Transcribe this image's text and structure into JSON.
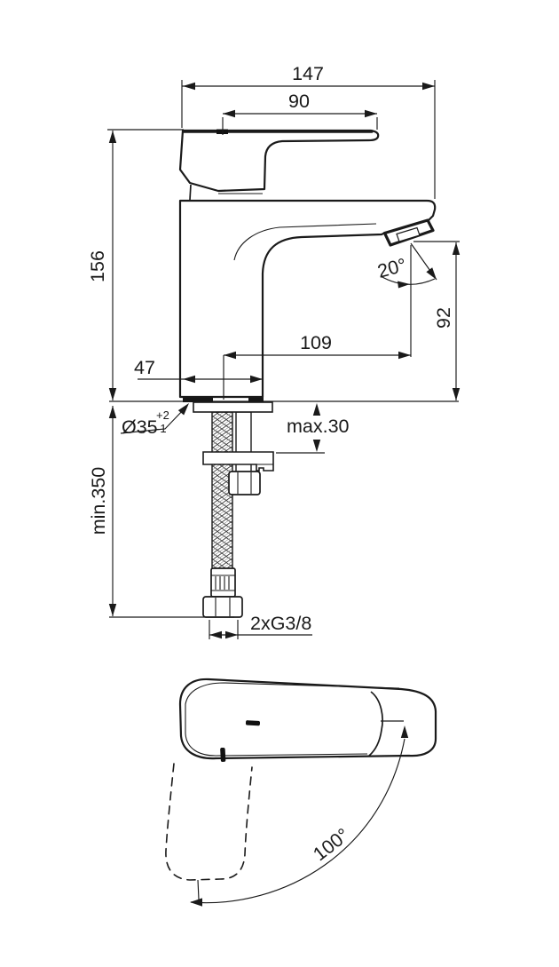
{
  "drawing": {
    "subject": "Single-lever basin mixer dimensional drawing",
    "background": "#ffffff",
    "line_color": "#1a1a1a"
  },
  "side_view": {
    "overall_length_mm": "147",
    "handle_length_mm": "90",
    "total_height_mm": "156",
    "body_width_mm": "47",
    "spout_reach_mm": "109",
    "outlet_height_mm": "92",
    "outlet_angle": "20°",
    "mounting_hole": {
      "diameter": "Ø35",
      "tolerance_plus": "+2",
      "tolerance_minus": "-1"
    },
    "max_deck_thickness": "max.30",
    "min_clearance_below": "min.350",
    "supply_connection": "2xG3/8"
  },
  "top_view": {
    "handle_swing_angle": "100°"
  }
}
